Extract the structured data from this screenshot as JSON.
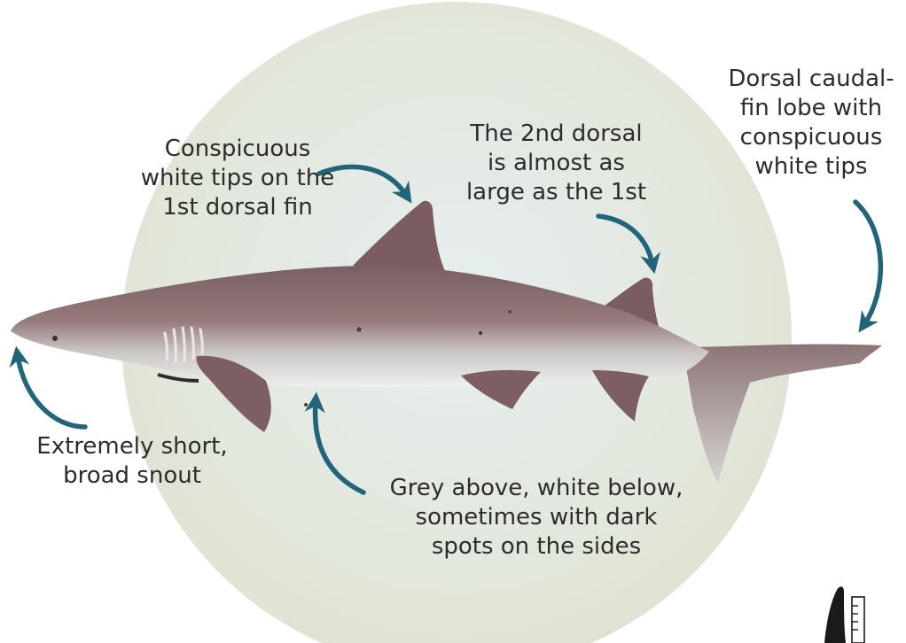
{
  "labels": {
    "first_dorsal_tips": "Conspicuous\nwhite tips on the\n1st dorsal fin",
    "second_dorsal": "The 2nd dorsal\nis almost as\nlarge as the 1st",
    "caudal_lobe": "Dorsal caudal-\nfin lobe with\nconspicuous\nwhite tips",
    "snout": "Extremely short,\nbroad snout",
    "colouration": "Grey above, white below,\nsometimes with dark\nspots on the sides"
  },
  "colors": {
    "arrow": "#22657a",
    "halo": "#e3e7da",
    "body_top": "#84686a",
    "body_bottom": "#e7ecea",
    "fin": "#7d5e62",
    "background": "#ffffff",
    "text": "#2c2c2c"
  },
  "icons": {
    "corner": "fin-and-ruler-icon"
  }
}
